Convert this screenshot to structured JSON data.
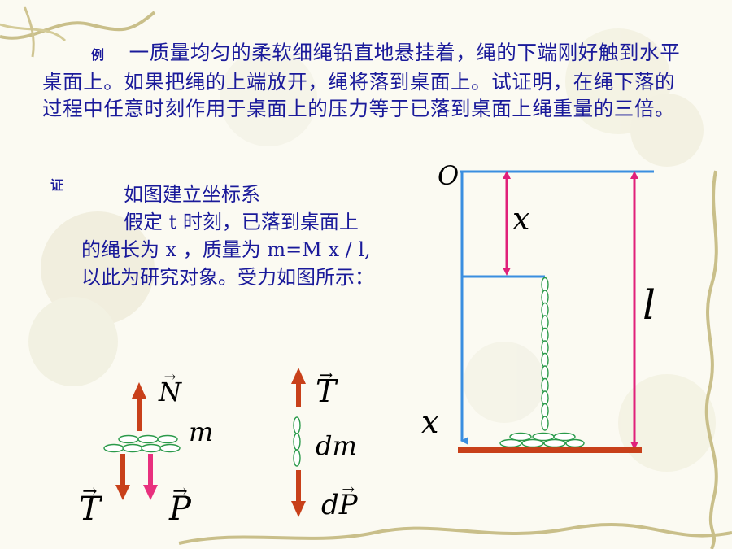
{
  "problem": {
    "label": "例",
    "text": "一质量均匀的柔软细绳铅直地悬挂着，绳的下端刚好触到水平桌面上。如果把绳的上端放开，绳将落到桌面上。试证明，在绳下落的过程中任意时刻作用于桌面上的压力等于已落到桌面上绳重量的三倍。"
  },
  "proof": {
    "label": "证",
    "line1": "如图建立坐标系",
    "line2": "假定 t 时刻，已落到桌面上",
    "line3": "的绳长为 x ，质量为 m=M x / l,",
    "line4": "以此为研究对象。受力如图所示："
  },
  "diagram_right": {
    "origin": "O",
    "x_top": "x",
    "length": "l",
    "x_axis": "x"
  },
  "diagram_left": {
    "N": "N",
    "m": "m",
    "T": "T",
    "P": "P"
  },
  "diagram_mid": {
    "T": "T",
    "dm": "dm",
    "dP": "dP"
  },
  "colors": {
    "text": "#1a1a9a",
    "axis": "#3a8ee0",
    "length_arrow": "#e0207a",
    "force_dark": "#c8401a",
    "force_pink": "#e8307e",
    "table": "#c8401a",
    "bead": "#2a9a4a"
  }
}
